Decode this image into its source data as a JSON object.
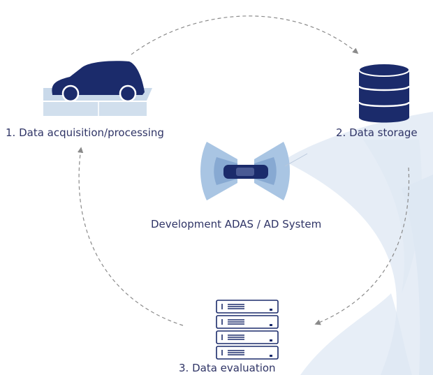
{
  "nodes": {
    "acquisition": {
      "label": "1. Data acquisition/processing",
      "icon": "car-on-platform-icon"
    },
    "storage": {
      "label": "2. Data storage",
      "icon": "database-icon"
    },
    "development": {
      "label": "Development ADAS / AD System",
      "icon": "car-sensor-fields-icon"
    },
    "evaluation": {
      "label": "3. Data evaluation",
      "icon": "server-rack-icon"
    }
  },
  "colors": {
    "primary": "#1b2b6b",
    "text": "#2f3466",
    "platform": "#c9d9ea",
    "sensor_light": "#a9c5e3",
    "sensor_mid": "#87a9d2",
    "background_shape": "#dde7f3",
    "arrow": "#8a8a8a"
  }
}
